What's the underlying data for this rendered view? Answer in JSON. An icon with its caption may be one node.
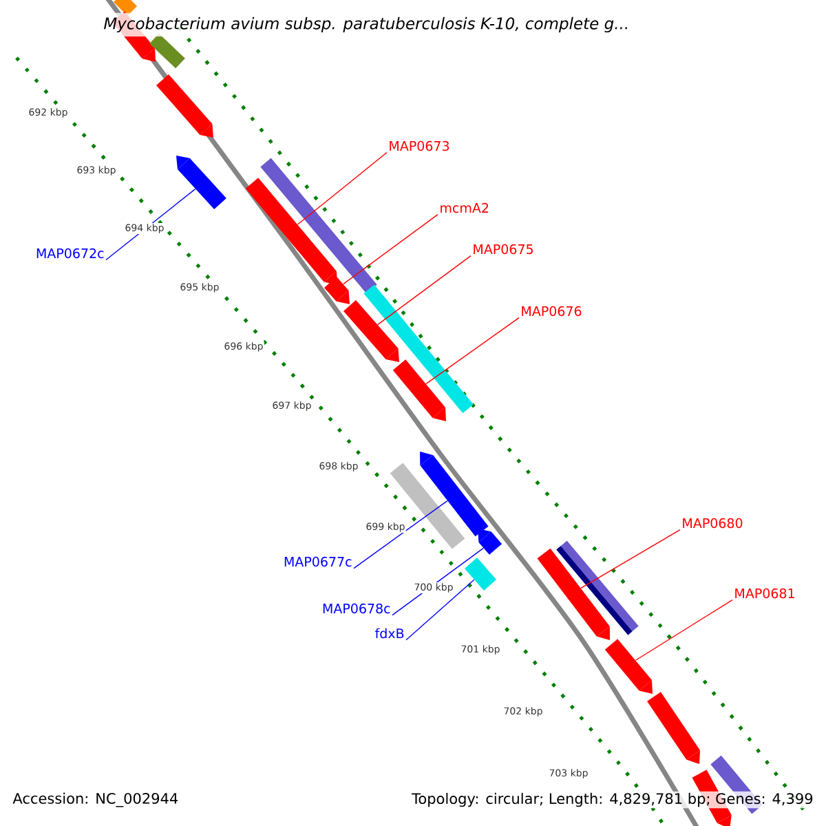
{
  "diagram": {
    "title": "Mycobacterium avium subsp. paratuberculosis K-10, complete g...",
    "nodes": [
      {
        "text": [
          "MAP0673"
        ]
      },
      {
        "text": [
          "mcmA2"
        ]
      },
      {
        "text": [
          "MAP0675"
        ]
      },
      {
        "text": [
          "MAP0672c"
        ]
      },
      {
        "text": [
          "MAP0676"
        ]
      },
      {
        "text": [
          "MAP0680"
        ]
      },
      {
        "text": [
          "MAP0677c"
        ]
      },
      {
        "text": [
          "MAP0681"
        ]
      },
      {
        "text": [
          "MAP0678c"
        ]
      },
      {
        "text": [
          "fdxB"
        ]
      },
      {
        "text": [],
        "shape": "bar"
      },
      {
        "text": [],
        "shape": "arrow"
      },
      {
        "text": [],
        "shape": "bar"
      },
      {
        "text": [],
        "shape": "arrow"
      },
      {
        "text": [],
        "shape": "arrow"
      },
      {
        "text": [],
        "shape": "bar"
      },
      {
        "text": [],
        "shape": "arrow"
      },
      {
        "text": [],
        "shape": "arrow"
      },
      {
        "text": [],
        "shape": "bar"
      },
      {
        "text": [],
        "shape": "arrow"
      },
      {
        "text": [],
        "shape": "arrow"
      },
      {
        "text": [],
        "shape": "arrow"
      },
      {
        "text": [],
        "shape": "bar"
      },
      {
        "text": [],
        "shape": "arrow"
      },
      {
        "text": [],
        "shape": "bar"
      },
      {
        "text": [],
        "shape": "arrow"
      },
      {
        "text": [],
        "shape": "bar"
      },
      {
        "text": [],
        "shape": "arrow"
      },
      {
        "text": [],
        "shape": "arrow"
      },
      {
        "text": [],
        "shape": "bar"
      },
      {
        "text": [],
        "shape": "arrow"
      }
    ],
    "edges": [
      {
        "from": 0,
        "to": 16,
        "arrow": "none"
      },
      {
        "from": 1,
        "to": 17,
        "arrow": "none"
      },
      {
        "from": 2,
        "to": 19,
        "arrow": "none"
      },
      {
        "from": 3,
        "to": 14,
        "arrow": "none",
        "color": "#0000ff"
      },
      {
        "from": 4,
        "to": 20,
        "arrow": "none"
      },
      {
        "from": 5,
        "to": 25,
        "arrow": "none"
      },
      {
        "from": 6,
        "to": 21,
        "arrow": "none",
        "color": "#0000ff"
      },
      {
        "from": 7,
        "to": 27,
        "arrow": "none"
      },
      {
        "from": 8,
        "to": 23,
        "arrow": "none",
        "color": "#0000ff"
      },
      {
        "from": 9,
        "to": 26,
        "arrow": "none",
        "color": "#0000ff"
      }
    ],
    "labels": [
      "692 kbp",
      "693 kbp",
      "694 kbp",
      "695 kbp",
      "696 kbp",
      "697 kbp",
      "698 kbp",
      "699 kbp",
      "700 kbp",
      "701 kbp",
      "702 kbp",
      "703 kbp",
      "Accession: NC_002944",
      "Topology: circular; Length: 4,829,781 bp; Genes: 4,399"
    ]
  }
}
